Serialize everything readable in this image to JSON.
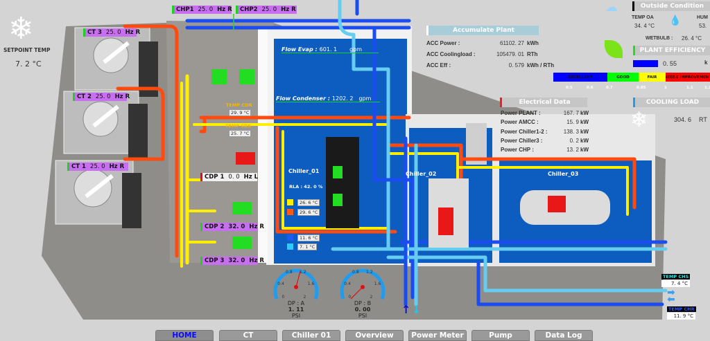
{
  "setpoint": {
    "label": "SETPOINT TEMP",
    "value": "7. 2 °C"
  },
  "pumps_chp": [
    {
      "name": "CHP1",
      "value": "25. 0",
      "unit": "Hz R"
    },
    {
      "name": "CHP2",
      "value": "25. 0",
      "unit": "Hz R"
    }
  ],
  "cooling_towers": [
    {
      "name": "CT 3",
      "value": "25. 0",
      "unit": "Hz R"
    },
    {
      "name": "CT 2",
      "value": "25. 0",
      "unit": "Hz R"
    },
    {
      "name": "CT 1",
      "value": "25. 0",
      "unit": "Hz R"
    }
  ],
  "pumps_cdp": [
    {
      "name": "CDP 1",
      "value": "0. 0",
      "unit": "Hz L"
    },
    {
      "name": "CDP 2",
      "value": "32. 0",
      "unit": "Hz R"
    },
    {
      "name": "CDP 3",
      "value": "32. 0",
      "unit": "Hz R"
    }
  ],
  "flow": {
    "evap_label": "Flow Evap :",
    "evap_value": "601. 1",
    "cond_label": "Flow Condenser :",
    "cond_value": "1202. 2",
    "unit": "gpm"
  },
  "temps": {
    "cdr_label": "TEMP CDR",
    "cdr_value": "29. 9 °C",
    "cds_label": "TEMP CDS",
    "cds_value": "25. 7 °C"
  },
  "chiller_01": {
    "name": "Chiller_01",
    "rla": "RLA : 42. 0 %",
    "t_yellow": "26. 6 °C",
    "t_orange": "29. 6 °C",
    "t_blue": "11. 6 °C",
    "t_lightblue": "7. 1 °C"
  },
  "chiller_02": {
    "name": "Chiller_02"
  },
  "chiller_03": {
    "name": "Chiller_03"
  },
  "gauges": [
    {
      "label": "DP : A",
      "value": "1. 11",
      "unit": "PSI",
      "reading": 1.11
    },
    {
      "label": "DP : B",
      "value": "0. 00",
      "unit": "PSI",
      "reading": 0.0
    }
  ],
  "gauge_ticks": [
    "0",
    "0.4",
    "0.8",
    "1.2",
    "1.6",
    "2"
  ],
  "accumulate": {
    "title": "Accumulate Plant",
    "rows": [
      {
        "label": "ACC Power :",
        "value": "61102. 27",
        "unit": "kWh"
      },
      {
        "label": "ACC Coolingload :",
        "value": "105479. 01",
        "unit": "RTh"
      },
      {
        "label": "ACC Eff :",
        "value": "0. 579",
        "unit": "kWh / RTh"
      }
    ]
  },
  "electrical": {
    "title": "Electrical Data",
    "rows": [
      {
        "label": "Power PLANT :",
        "value": "167. 7",
        "unit": "kW"
      },
      {
        "label": "Power AMCC :",
        "value": "15. 9",
        "unit": "kW"
      },
      {
        "label": "Power Chiller1-2 :",
        "value": "138. 3",
        "unit": "kW"
      },
      {
        "label": "Power Chiller3 :",
        "value": "0. 2",
        "unit": "kW"
      },
      {
        "label": "Power CHP :",
        "value": "13. 2",
        "unit": "kW"
      }
    ]
  },
  "outside": {
    "title": "Outside Condition",
    "temp_label": "TEMP OA",
    "temp_value": "34. 4 °C",
    "hum_label": "HUM",
    "hum_value": "53.",
    "wetbulb_label": "WETBULB :",
    "wetbulb_value": "26. 4 °C"
  },
  "efficiency": {
    "title": "PLANT EFFICIENCY",
    "value": "0. 55",
    "unit": "k",
    "scale": [
      {
        "label": "EXCELLENT",
        "color": "#0000ff"
      },
      {
        "label": "GOOD",
        "color": "#00ff00"
      },
      {
        "label": "FAIR",
        "color": "#ffff00"
      },
      {
        "label": "NEEDS IMPROVEMENT",
        "color": "#ff0000"
      }
    ],
    "ticks": [
      "0.5",
      "0.6",
      "0.7",
      "0.85",
      "1",
      "1.1",
      "1.2"
    ]
  },
  "cooling_load": {
    "title": "COOLING LOAD",
    "value": "304. 6",
    "unit": "RT"
  },
  "chw": {
    "chs_label": "TEMP CHS",
    "chs_value": "7. 4 °C",
    "chr_label": "TEMP CHR",
    "chr_value": "11. 9 °C"
  },
  "nav": [
    "HOME",
    "CT",
    "Chiller 01",
    "Overview",
    "Power Meter",
    "Pump",
    "Data Log"
  ],
  "colors": {
    "tag": "#c86ef0",
    "water": "#0a5fc8",
    "condenser_supply": "#ffee00",
    "condenser_return": "#ff4a10",
    "chilled_supply": "#66ccf0",
    "chilled_return": "#1a4cf0"
  }
}
